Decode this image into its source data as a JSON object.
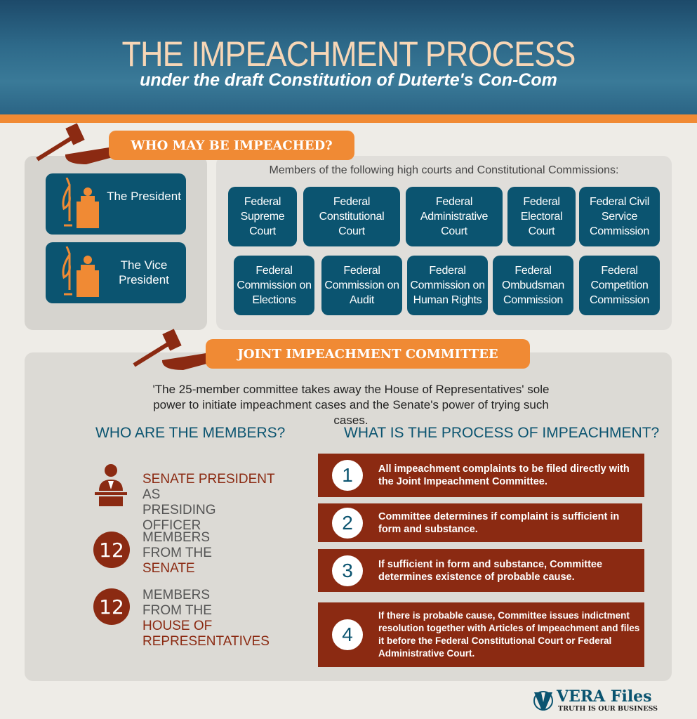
{
  "header": {
    "title": "THE IMPEACHMENT PROCESS",
    "subtitle": "under the draft Constitution of  Duterte's Con-Com"
  },
  "who_may_be_impeached": {
    "banner": "WHO MAY BE IMPEACHED?",
    "officials": [
      {
        "label": "The President",
        "icon": "president-at-podium-icon"
      },
      {
        "label": "The Vice President",
        "icon": "vice-president-at-podium-icon"
      }
    ],
    "intro": "Members of the following high courts and Constitutional Commissions:",
    "bodies": [
      "Federal Supreme Court",
      "Federal Constitutional Court",
      "Federal Administrative Court",
      "Federal Electoral Court",
      "Federal Civil Service Commission",
      "Federal Commission on Elections",
      "Federal Commission on Audit",
      "Federal Commission on Human Rights",
      "Federal Ombudsman Commission",
      "Federal Competition Commission"
    ]
  },
  "committee": {
    "banner": "JOINT IMPEACHMENT COMMITTEE",
    "description": "'The 25-member committee takes away the House of Representatives' sole power to initiate impeachment cases and the Senate's power of trying such cases.",
    "members_heading": "WHO ARE THE MEMBERS?",
    "members": [
      {
        "highlight": "SENATE PRESIDENT",
        "rest": "AS PRESIDING OFFICER"
      },
      {
        "count": "12",
        "rest": "MEMBERS FROM THE",
        "highlight": "SENATE"
      },
      {
        "count": "12",
        "rest": "MEMBERS FROM THE",
        "highlight": "HOUSE OF REPRESENTATIVES"
      }
    ],
    "process_heading": "WHAT IS THE PROCESS OF IMPEACHMENT?",
    "steps": [
      {
        "n": "1",
        "text": "All impeachment complaints to be filed directly with the Joint Impeachment Committee."
      },
      {
        "n": "2",
        "text": "Committee determines if complaint is sufficient in form and substance."
      },
      {
        "n": "3",
        "text": "If sufficient in form and substance, Committee determines existence of probable cause."
      },
      {
        "n": "4",
        "text": "If there is probable cause, Committee issues indictment resolution together with Articles of Impeachment and files it before the Federal Constitutional Court or Federal Administrative Court."
      }
    ]
  },
  "footer": {
    "logo": "VERA Files",
    "tagline": "TRUTH IS OUR BUSINESS"
  },
  "colors": {
    "teal": "#0b5470",
    "orange": "#f08a34",
    "maroon": "#8b2a12",
    "panel": "#dcdad5"
  }
}
